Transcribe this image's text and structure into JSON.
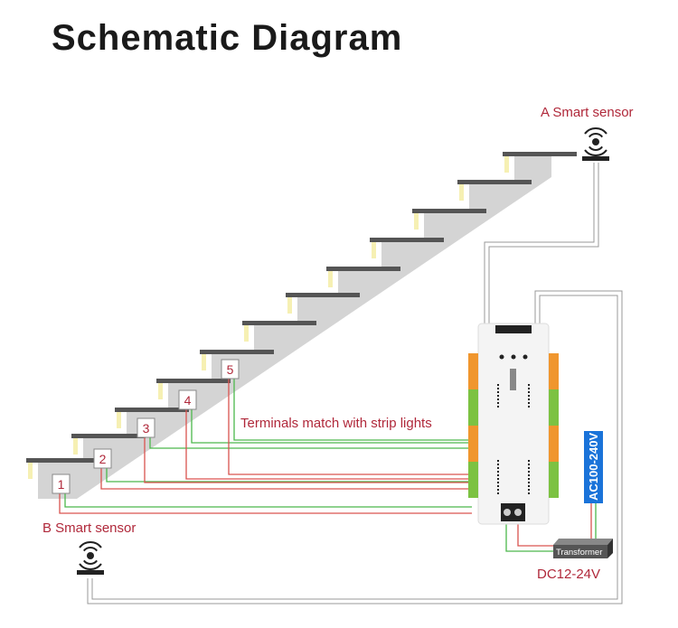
{
  "title": "Schematic Diagram",
  "sensor_a_label": "A Smart sensor",
  "sensor_b_label": "B Smart sensor",
  "terminals_label": "Terminals match with strip lights",
  "step_labels": [
    "1",
    "2",
    "3",
    "4",
    "5"
  ],
  "ac_label": "AC100-240V",
  "transformer_label": "Transformer",
  "dc_label": "DC12-24V",
  "colors": {
    "red": "#d9534f",
    "green": "#4cb84c",
    "text_red": "#b0283a",
    "blue": "#1a73d9",
    "orange": "#f0962e",
    "terminal_green": "#7cc242",
    "step_gray": "#d4d4d4",
    "tread": "#555555"
  }
}
